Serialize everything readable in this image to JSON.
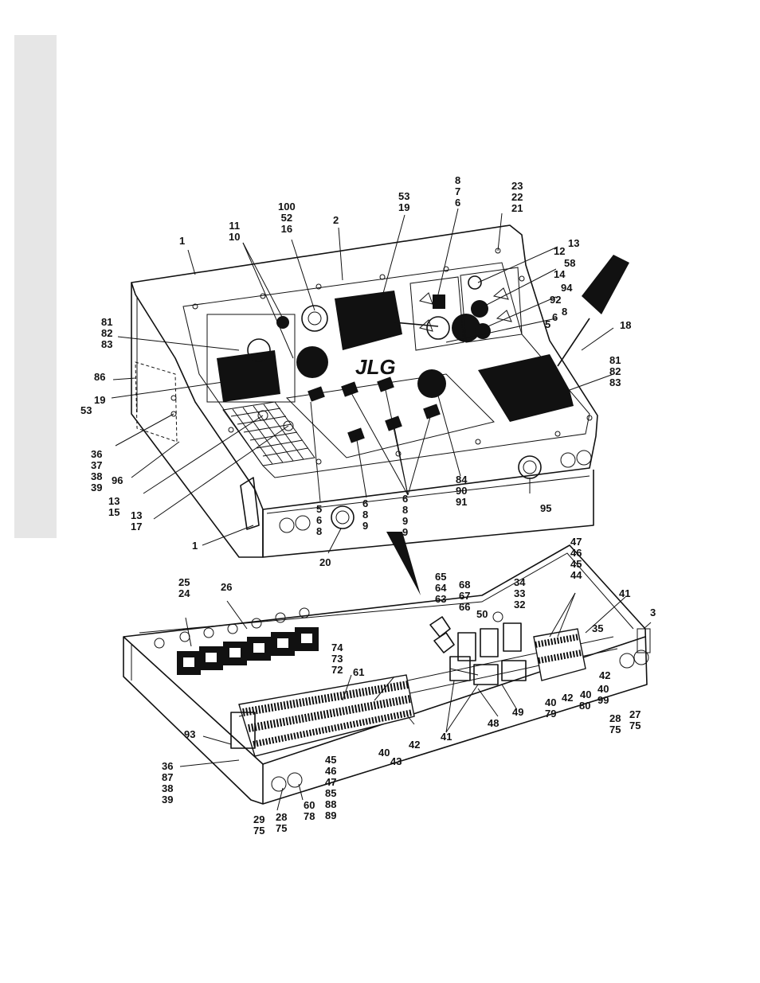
{
  "brand_logo": "JLG",
  "callouts": {
    "c1_top": "1",
    "c2": "2",
    "c100_52_16": "100\n52\n16",
    "c11_10": "11\n10",
    "c53_19_top": "53\n19",
    "c8_7_6": "8\n7\n6",
    "c23_22_21": "23\n22\n21",
    "c13_top": "13",
    "c12": "12",
    "c58": "58",
    "c14": "14",
    "c94": "94",
    "c92": "92",
    "c8_right": "8",
    "c6_right": "6",
    "c5_right": "5",
    "c18": "18",
    "c81_82_83_left": "81\n82\n83",
    "c81_82_83_right": "81\n82\n83",
    "c86": "86",
    "c19_left": "19",
    "c53_left": "53",
    "c36_37_38_39_top": "36\n37\n38\n39",
    "c96": "96",
    "c13_15": "13\n15",
    "c13_17": "13\n17",
    "c1_bottom": "1",
    "c5_6_8": "5\n6\n8",
    "c6_8_9": "6\n8\n9",
    "c6_8_9_9": "6\n8\n9\n9",
    "c84_90_91": "84\n90\n91",
    "c95": "95",
    "c20": "20",
    "c47_46_45_44": "47\n46\n45\n44",
    "c25_24": "25\n24",
    "c26": "26",
    "c65_64_63": "65\n64\n63",
    "c68_67_66": "68\n67\n66",
    "c34_33_32": "34\n33\n32",
    "c41_top": "41",
    "c3": "3",
    "c35": "35",
    "c50": "50",
    "c74_73_72": "74\n73\n72",
    "c61": "61",
    "c42_a": "42",
    "c40_a": "40",
    "c42_b": "42",
    "c40_99": "40\n99",
    "c49": "49",
    "c40_79": "40\n79",
    "c80": "80",
    "c48": "48",
    "c41_bottom": "41",
    "c42_bottom": "42",
    "c40_bottom": "40",
    "c43": "43",
    "c45_46_47_85_88_89": "45\n46\n47\n85\n88\n89",
    "c93": "93",
    "c36_87_38_39": "36\n87\n38\n39",
    "c60_78": "60\n78",
    "c29_75": "29\n75",
    "c28_75_bottom": "28\n75",
    "c28_75_right": "28\n75",
    "c27_75": "27\n75"
  }
}
